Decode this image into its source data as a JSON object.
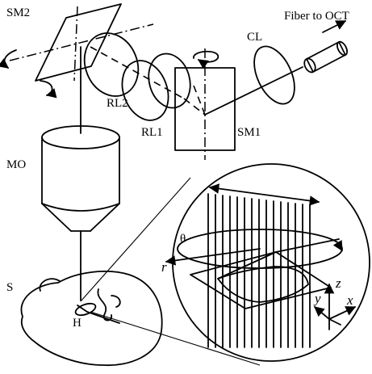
{
  "labels": {
    "sm2": "SM2",
    "fiber": "Fiber to OCT",
    "cl": "CL",
    "rl2": "RL2",
    "rl1": "RL1",
    "sm1": "SM1",
    "mo": "MO",
    "s": "S",
    "h": "H",
    "theta": "θ",
    "r": "r",
    "x": "x",
    "y": "y",
    "z": "z"
  },
  "colors": {
    "ink": "#000000",
    "background": "#ffffff"
  }
}
